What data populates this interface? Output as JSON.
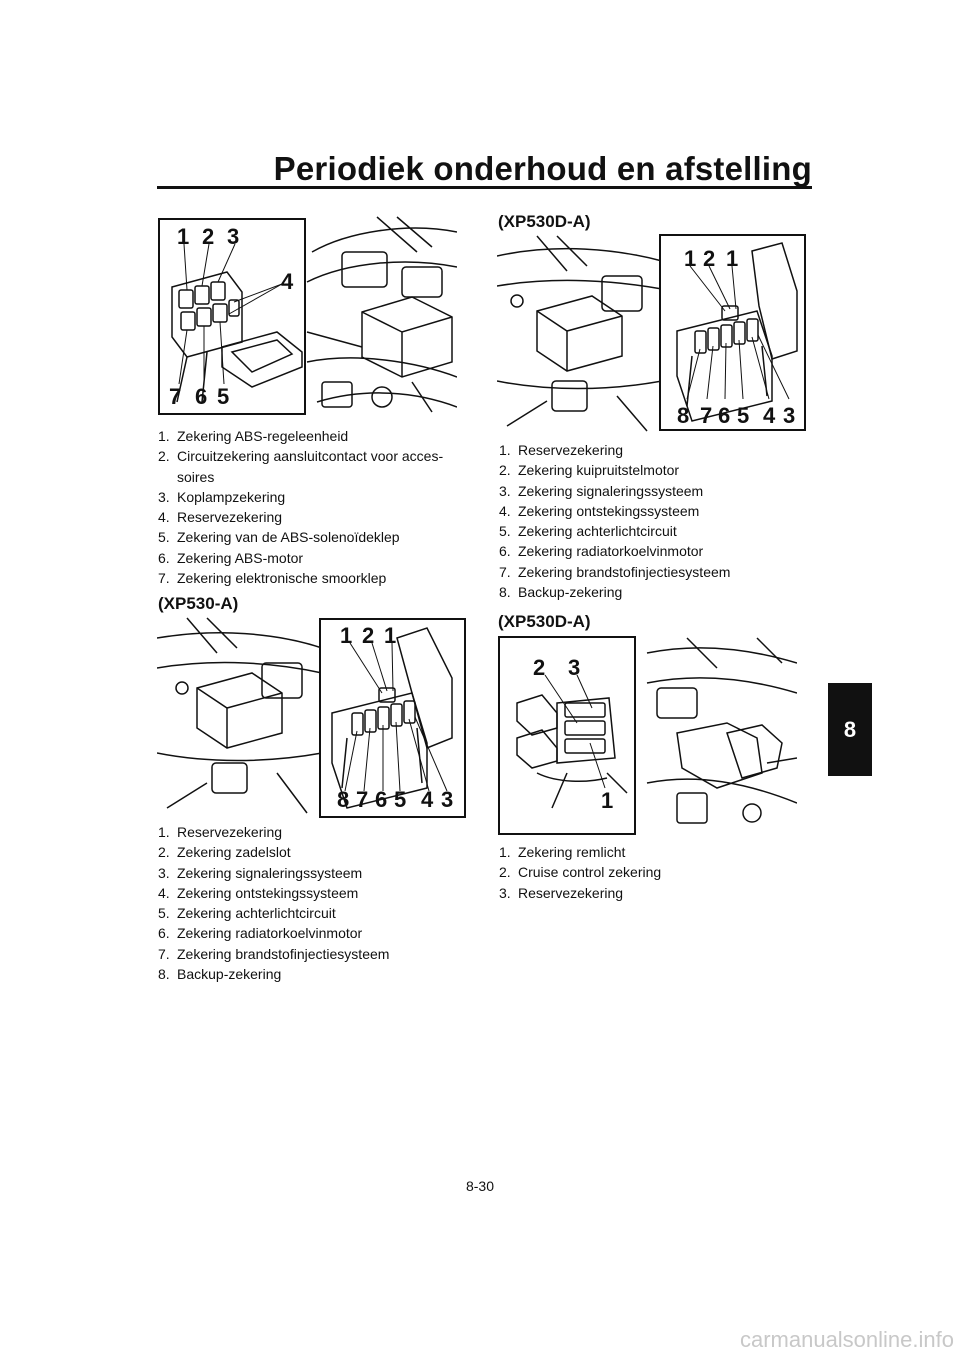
{
  "header": {
    "title": "Periodiek onderhoud en afstelling",
    "chapter_tab": "8"
  },
  "figure1": {
    "callouts": [
      "1",
      "2",
      "3",
      "4",
      "7",
      "6",
      "5"
    ],
    "legend": [
      {
        "num": "1.",
        "text": "Zekering ABS-regeleenheid"
      },
      {
        "num": "2.",
        "text": "Circuitzekering aansluitcontact voor acces-soires"
      },
      {
        "num": "3.",
        "text": "Koplampzekering"
      },
      {
        "num": "4.",
        "text": "Reservezekering"
      },
      {
        "num": "5.",
        "text": "Zekering van de ABS-solenoïdeklep"
      },
      {
        "num": "6.",
        "text": "Zekering ABS-motor"
      },
      {
        "num": "7.",
        "text": "Zekering elektronische smoorklep"
      }
    ]
  },
  "figure2": {
    "heading": "(XP530-A)",
    "callouts": [
      "1",
      "2",
      "1",
      "8",
      "7",
      "6",
      "5",
      "4",
      "3"
    ],
    "legend": [
      {
        "num": "1.",
        "text": "Reservezekering"
      },
      {
        "num": "2.",
        "text": "Zekering zadelslot"
      },
      {
        "num": "3.",
        "text": "Zekering signaleringssysteem"
      },
      {
        "num": "4.",
        "text": "Zekering ontstekingssysteem"
      },
      {
        "num": "5.",
        "text": "Zekering achterlichtcircuit"
      },
      {
        "num": "6.",
        "text": "Zekering radiatorkoelvinmotor"
      },
      {
        "num": "7.",
        "text": "Zekering brandstofinjectiesysteem"
      },
      {
        "num": "8.",
        "text": "Backup-zekering"
      }
    ]
  },
  "figure3": {
    "heading": "(XP530D-A)",
    "callouts": [
      "1",
      "2",
      "1",
      "8",
      "7",
      "6",
      "5",
      "4",
      "3"
    ],
    "legend": [
      {
        "num": "1.",
        "text": "Reservezekering"
      },
      {
        "num": "2.",
        "text": "Zekering kuipruitstelmotor"
      },
      {
        "num": "3.",
        "text": "Zekering signaleringssysteem"
      },
      {
        "num": "4.",
        "text": "Zekering ontstekingssysteem"
      },
      {
        "num": "5.",
        "text": "Zekering achterlichtcircuit"
      },
      {
        "num": "6.",
        "text": "Zekering radiatorkoelvinmotor"
      },
      {
        "num": "7.",
        "text": "Zekering brandstofinjectiesysteem"
      },
      {
        "num": "8.",
        "text": "Backup-zekering"
      }
    ]
  },
  "figure4": {
    "heading": "(XP530D-A)",
    "callouts": [
      "2",
      "3",
      "1"
    ],
    "legend": [
      {
        "num": "1.",
        "text": "Zekering remlicht"
      },
      {
        "num": "2.",
        "text": "Cruise control zekering"
      },
      {
        "num": "3.",
        "text": "Reservezekering"
      }
    ]
  },
  "footer": {
    "page_number": "8-30",
    "watermark": "carmanualsonline.info"
  }
}
